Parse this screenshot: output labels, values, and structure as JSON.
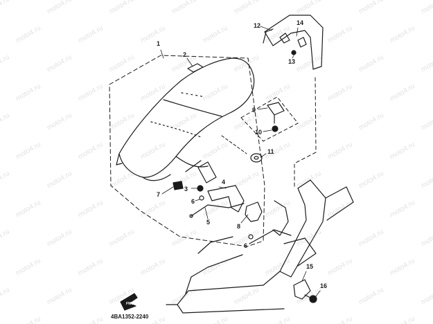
{
  "diagram": {
    "drawing_code": "4BA1352-2240",
    "fwd_label": "FWD",
    "watermark_text": "moto4.ru",
    "callouts": [
      "1",
      "2",
      "3",
      "4",
      "5",
      "6",
      "6",
      "7",
      "8",
      "9",
      "10",
      "11",
      "12",
      "13",
      "14",
      "15",
      "16"
    ],
    "colors": {
      "ink": "#1a1a1a",
      "paper": "#ffffff",
      "watermark": "#e2e2e2"
    }
  }
}
